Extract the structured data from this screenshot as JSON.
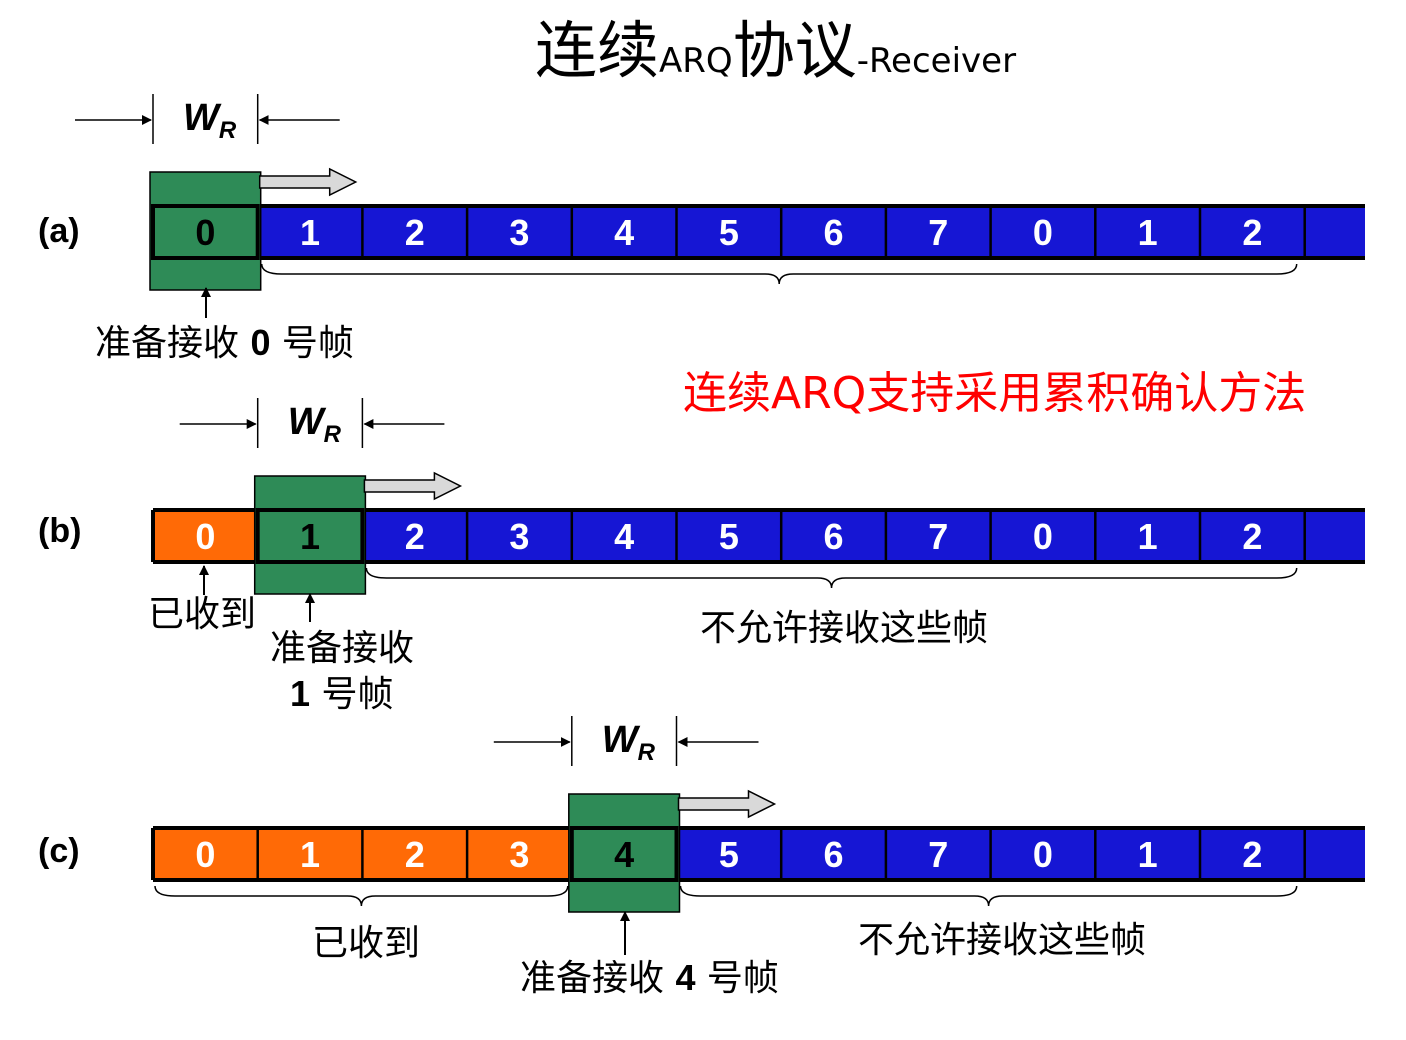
{
  "title": {
    "cn1": "连续",
    "en1": "ARQ",
    "cn2": "协议",
    "en2": "-Receiver"
  },
  "window_label": {
    "main": "W",
    "sub": "R"
  },
  "red_note": "连续ARQ支持采用累积确认方法",
  "colors": {
    "blue": "#1616d4",
    "green": "#2e8b57",
    "orange": "#ff6a06",
    "arrow_fill": "#d9d9d9"
  },
  "rows": [
    {
      "label": "(a)",
      "cells": [
        "0",
        "1",
        "2",
        "3",
        "4",
        "5",
        "6",
        "7",
        "0",
        "1",
        "2"
      ],
      "received_count": 0,
      "window_index": 0,
      "notes": {
        "ready_prefix": "准备接收 ",
        "ready_num": "0",
        "ready_suffix": " 号帧"
      }
    },
    {
      "label": "(b)",
      "cells": [
        "0",
        "1",
        "2",
        "3",
        "4",
        "5",
        "6",
        "7",
        "0",
        "1",
        "2"
      ],
      "received_count": 1,
      "window_index": 1,
      "notes": {
        "received": "已收到",
        "ready_line1": "准备接收",
        "ready_num": "1",
        "ready_suffix": " 号帧",
        "not_allowed": "不允许接收这些帧"
      }
    },
    {
      "label": "(c)",
      "cells": [
        "0",
        "1",
        "2",
        "3",
        "4",
        "5",
        "6",
        "7",
        "0",
        "1",
        "2"
      ],
      "received_count": 4,
      "window_index": 4,
      "notes": {
        "received": "已收到",
        "ready_prefix": "准备接收 ",
        "ready_num": "4",
        "ready_suffix": " 号帧",
        "not_allowed": "不允许接收这些帧"
      }
    }
  ]
}
